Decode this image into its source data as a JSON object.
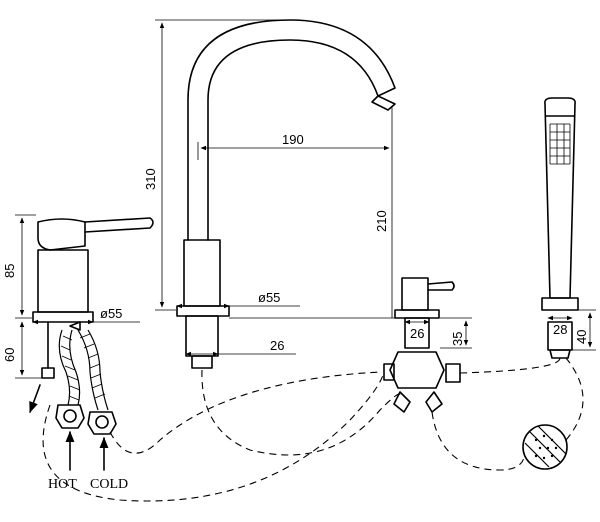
{
  "dimensions": {
    "height_total": "310",
    "spout_reach": "190",
    "spout_height": "210",
    "mixer_height": "85",
    "mixer_diameter": "ø55",
    "hose_length": "60",
    "spout_base_diameter": "ø55",
    "spout_shank": "26",
    "diverter_shank": "26",
    "diverter_height": "35",
    "shower_holder_width": "28",
    "shower_holder_height": "40"
  },
  "labels": {
    "hot": "HOT",
    "cold": "COLD"
  }
}
